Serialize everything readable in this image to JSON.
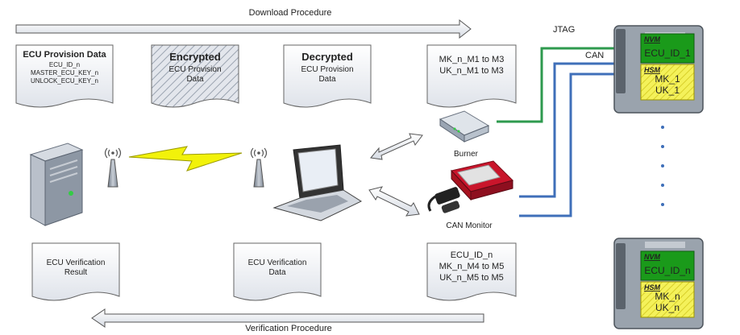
{
  "procedures": {
    "download": "Download Procedure",
    "verification": "Verification Procedure"
  },
  "documents": {
    "provision": {
      "title": "ECU Provision Data",
      "lines": [
        "ECU_ID_n",
        "MASTER_ECU_KEY_n",
        "UNLOCK_ECU_KEY_n"
      ]
    },
    "encrypted": {
      "title": "Encrypted",
      "lines": [
        "ECU Provision",
        "Data"
      ]
    },
    "decrypted": {
      "title": "Decrypted",
      "lines": [
        "ECU Provision",
        "Data"
      ]
    },
    "messages_top": {
      "lines": [
        "MK_n_M1 to M3",
        "UK_n_M1 to M3"
      ]
    },
    "verification_result": {
      "lines": [
        "ECU Verification",
        "Result"
      ]
    },
    "verification_data": {
      "lines": [
        "ECU Verification",
        "Data"
      ]
    },
    "messages_bottom": {
      "lines": [
        "ECU_ID_n",
        "MK_n_M4 to M5",
        "UK_n_M5 to M5"
      ]
    }
  },
  "devices": {
    "burner": "Burner",
    "can_monitor": "CAN Monitor"
  },
  "connections": {
    "jtag": "JTAG",
    "can": "CAN"
  },
  "ecus": [
    {
      "nvm_label": "NVM",
      "id": "ECU_ID_1",
      "hsm_label": "HSM",
      "mk": "MK_1",
      "uk": "UK_1"
    },
    {
      "nvm_label": "NVM",
      "id": "ECU_ID_n",
      "hsm_label": "HSM",
      "mk": "MK_n",
      "uk": "UK_n"
    }
  ],
  "colors": {
    "jtag_line": "#2e9a4e",
    "can_line": "#3f6fb9",
    "lightning": "#f2f20a",
    "nvm_fill": "#1a9a1a",
    "hsm_fill": "#f4f15a",
    "dots": "#3f6fb9"
  }
}
